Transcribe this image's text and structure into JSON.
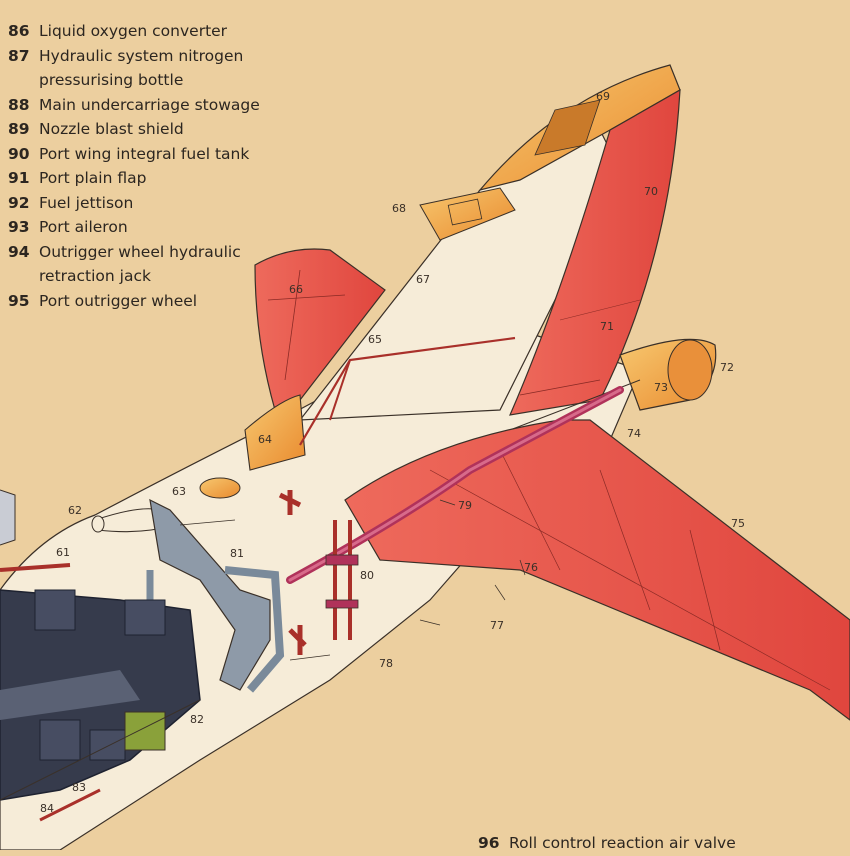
{
  "legend": [
    {
      "number": "86",
      "text": "Liquid oxygen converter"
    },
    {
      "number": "87",
      "text": "Hydraulic system nitrogen\npressurising bottle"
    },
    {
      "number": "88",
      "text": "Main undercarriage stowage"
    },
    {
      "number": "89",
      "text": "Nozzle blast shield"
    },
    {
      "number": "90",
      "text": "Port wing integral fuel tank"
    },
    {
      "number": "91",
      "text": "Port plain flap"
    },
    {
      "number": "92",
      "text": "Fuel jettison"
    },
    {
      "number": "93",
      "text": "Port aileron"
    },
    {
      "number": "94",
      "text": "Outrigger wheel hydraulic\nretraction jack"
    },
    {
      "number": "95",
      "text": "Port outrigger wheel"
    }
  ],
  "legend_extra": {
    "number": "96",
    "text": "Roll control reaction air valve"
  },
  "callouts": {
    "c61": "61",
    "c62": "62",
    "c63": "63",
    "c64": "64",
    "c65": "65",
    "c66": "66",
    "c67": "67",
    "c68": "68",
    "c69": "69",
    "c70": "70",
    "c71": "71",
    "c72": "72",
    "c73": "73",
    "c74": "74",
    "c75": "75",
    "c76": "76",
    "c77": "77",
    "c78": "78",
    "c79": "79",
    "c80": "80",
    "c81": "81",
    "c82": "82",
    "c83": "83",
    "c84": "84"
  },
  "colors": {
    "paper": "#eccf9f",
    "red": "#e8524a",
    "red_dark": "#b43a33",
    "orange": "#f0a040",
    "cream": "#f6ecd8",
    "slate": "#8e9aa8",
    "navy": "#363b4c",
    "green": "#8aa13a",
    "pipe_red": "#b0325a",
    "ink": "#2c2620"
  }
}
